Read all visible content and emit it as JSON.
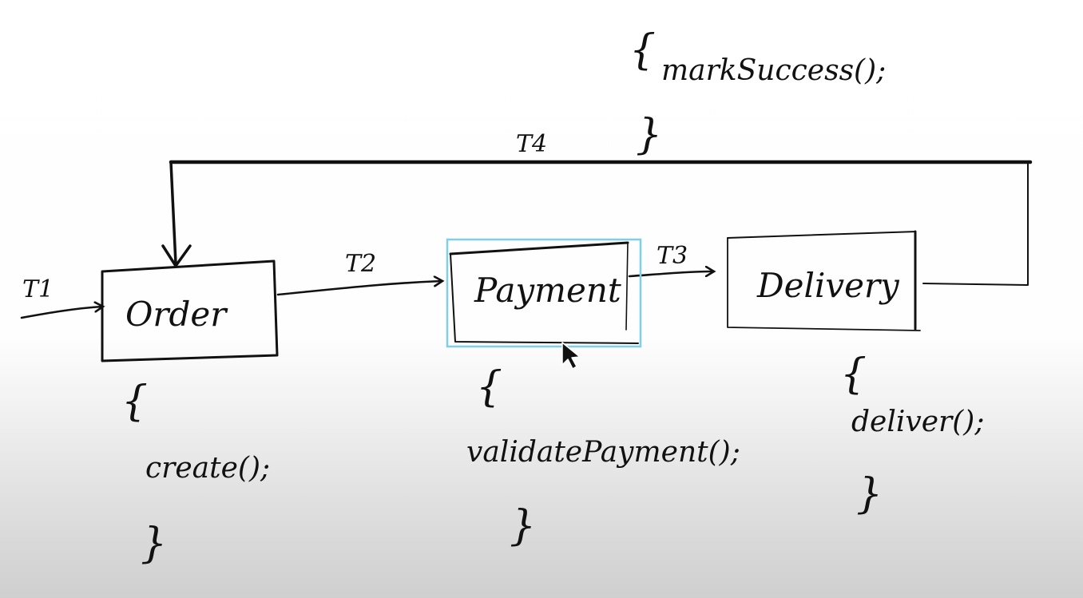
{
  "diagram": {
    "nodes": [
      {
        "id": "order",
        "label": "Order",
        "selected": false
      },
      {
        "id": "payment",
        "label": "Payment",
        "selected": true
      },
      {
        "id": "delivery",
        "label": "Delivery",
        "selected": false
      }
    ],
    "edges": [
      {
        "label": "T1",
        "from": "",
        "to": "order"
      },
      {
        "label": "T2",
        "from": "order",
        "to": "payment"
      },
      {
        "label": "T3",
        "from": "payment",
        "to": "delivery"
      },
      {
        "label": "T4",
        "from": "delivery",
        "to": "order"
      }
    ],
    "code_blocks": [
      {
        "for": "order",
        "open": "{",
        "body": "create();",
        "close": "}"
      },
      {
        "for": "payment",
        "open": "{",
        "body": "validatePayment();",
        "close": "}"
      },
      {
        "for": "delivery",
        "open": "{",
        "body": "deliver();",
        "close": "}"
      },
      {
        "for": "T4",
        "open": "{",
        "body": "markSuccess();",
        "close": "}"
      }
    ]
  },
  "colors": {
    "ink": "#111111",
    "selection": "#7fd0e6",
    "background_top": "#ffffff",
    "background_bottom": "#cfcfcf"
  }
}
